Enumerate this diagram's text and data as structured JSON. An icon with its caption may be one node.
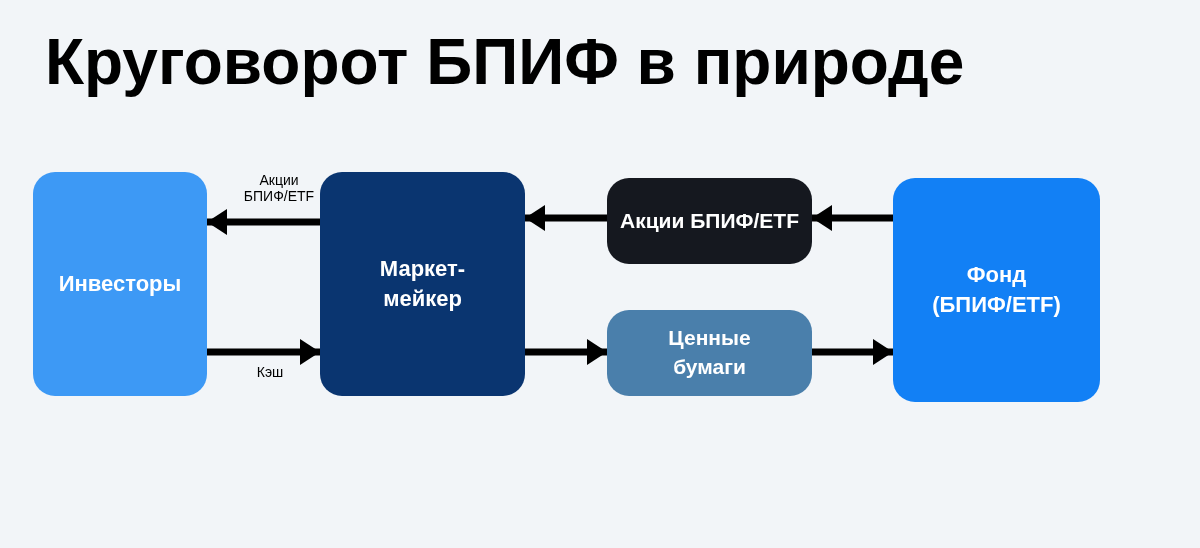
{
  "diagram": {
    "title": "Круговорот БПИФ в природе",
    "nodes": [
      {
        "text": [
          "Инвесторы"
        ]
      },
      {
        "text": [
          "Маркет-мейкер"
        ]
      },
      {
        "text": [
          "Акции БПИФ/ETF"
        ]
      },
      {
        "text": [
          "Ценные бумаги"
        ]
      },
      {
        "text": [
          "Фонд (БПИФ/ETF)"
        ]
      }
    ],
    "edges": [
      {
        "from": 1,
        "to": 0,
        "arrow": "to",
        "label": "Акции БПИФ/ETF"
      },
      {
        "from": 0,
        "to": 1,
        "arrow": "to",
        "label": "Кэш"
      },
      {
        "from": 2,
        "to": 1,
        "arrow": "to"
      },
      {
        "from": 4,
        "to": 2,
        "arrow": "to"
      },
      {
        "from": 1,
        "to": 3,
        "arrow": "to"
      },
      {
        "from": 3,
        "to": 4,
        "arrow": "to"
      }
    ]
  }
}
